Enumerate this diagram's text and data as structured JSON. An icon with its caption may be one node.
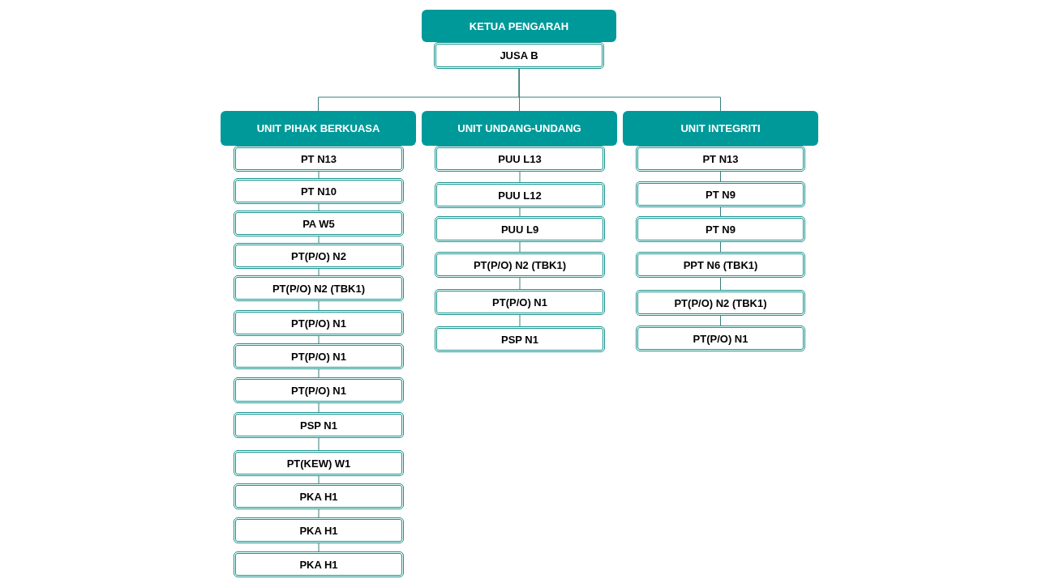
{
  "diagram": {
    "nodes": [
      {
        "text": [
          "KETUA PENGARAH"
        ]
      },
      {
        "text": [
          "JUSA B"
        ]
      },
      {
        "text": [
          "UNIT PIHAK BERKUASA"
        ]
      },
      {
        "text": [
          "UNIT UNDANG-UNDANG"
        ]
      },
      {
        "text": [
          "UNIT INTEGRITI"
        ]
      },
      {
        "text": [
          "PT N13"
        ]
      },
      {
        "text": [
          "PT N10"
        ]
      },
      {
        "text": [
          "PA W5"
        ]
      },
      {
        "text": [
          "PT(P/O) N2"
        ]
      },
      {
        "text": [
          "PT(P/O) N2 (TBK1)"
        ]
      },
      {
        "text": [
          "PT(P/O) N1"
        ]
      },
      {
        "text": [
          "PT(P/O) N1"
        ]
      },
      {
        "text": [
          "PT(P/O) N1"
        ]
      },
      {
        "text": [
          "PSP N1"
        ]
      },
      {
        "text": [
          "PT(KEW) W1"
        ]
      },
      {
        "text": [
          "PKA H1"
        ]
      },
      {
        "text": [
          "PKA H1"
        ]
      },
      {
        "text": [
          "PKA H1"
        ]
      },
      {
        "text": [
          "PUU L13"
        ]
      },
      {
        "text": [
          "PUU L12"
        ]
      },
      {
        "text": [
          "PUU L9"
        ]
      },
      {
        "text": [
          "PT(P/O) N2 (TBK1)"
        ]
      },
      {
        "text": [
          "PT(P/O) N1"
        ]
      },
      {
        "text": [
          "PSP N1"
        ]
      },
      {
        "text": [
          "PT N13"
        ]
      },
      {
        "text": [
          "PT N9"
        ]
      },
      {
        "text": [
          "PT N9"
        ]
      },
      {
        "text": [
          "PPT N6 (TBK1)"
        ]
      },
      {
        "text": [
          "PT(P/O) N2 (TBK1)"
        ]
      },
      {
        "text": [
          "PT(P/O) N1"
        ]
      }
    ],
    "edges": [
      {
        "from": 1,
        "to": 2,
        "arrow": "none"
      },
      {
        "from": 1,
        "to": 3,
        "arrow": "none"
      },
      {
        "from": 1,
        "to": 4,
        "arrow": "none"
      },
      {
        "from": 5,
        "to": 6,
        "arrow": "none"
      },
      {
        "from": 6,
        "to": 7,
        "arrow": "none"
      },
      {
        "from": 7,
        "to": 8,
        "arrow": "none"
      },
      {
        "from": 8,
        "to": 9,
        "arrow": "none"
      },
      {
        "from": 9,
        "to": 10,
        "arrow": "none"
      },
      {
        "from": 10,
        "to": 11,
        "arrow": "none"
      },
      {
        "from": 11,
        "to": 12,
        "arrow": "none"
      },
      {
        "from": 12,
        "to": 13,
        "arrow": "none"
      },
      {
        "from": 13,
        "to": 14,
        "arrow": "none"
      },
      {
        "from": 14,
        "to": 15,
        "arrow": "none"
      },
      {
        "from": 15,
        "to": 16,
        "arrow": "none"
      },
      {
        "from": 16,
        "to": 17,
        "arrow": "none"
      },
      {
        "from": 18,
        "to": 19,
        "arrow": "none"
      },
      {
        "from": 19,
        "to": 20,
        "arrow": "none"
      },
      {
        "from": 20,
        "to": 21,
        "arrow": "none"
      },
      {
        "from": 21,
        "to": 22,
        "arrow": "none"
      },
      {
        "from": 22,
        "to": 23,
        "arrow": "none"
      },
      {
        "from": 24,
        "to": 25,
        "arrow": "none"
      },
      {
        "from": 25,
        "to": 26,
        "arrow": "none"
      },
      {
        "from": 26,
        "to": 27,
        "arrow": "none"
      },
      {
        "from": 27,
        "to": 28,
        "arrow": "none"
      },
      {
        "from": 28,
        "to": 29,
        "arrow": "none"
      }
    ]
  }
}
